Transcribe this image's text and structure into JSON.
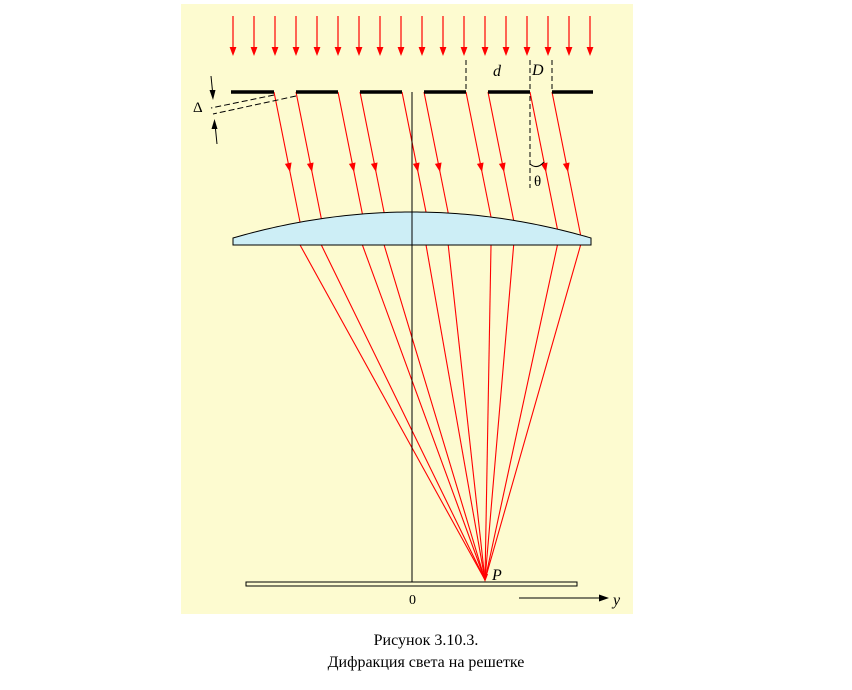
{
  "colors": {
    "background": "#fdfbd0",
    "ray": "#ff0000",
    "lens_fill": "#cdeef6",
    "ink": "#000000"
  },
  "labels": {
    "delta": "Δ",
    "d": "d",
    "D": "D",
    "theta": "θ",
    "P": "P",
    "origin": "0",
    "y_axis": "y"
  },
  "caption": {
    "line1": "Рисунок 3.10.3.",
    "line2": "Дифракция света на решетке"
  }
}
